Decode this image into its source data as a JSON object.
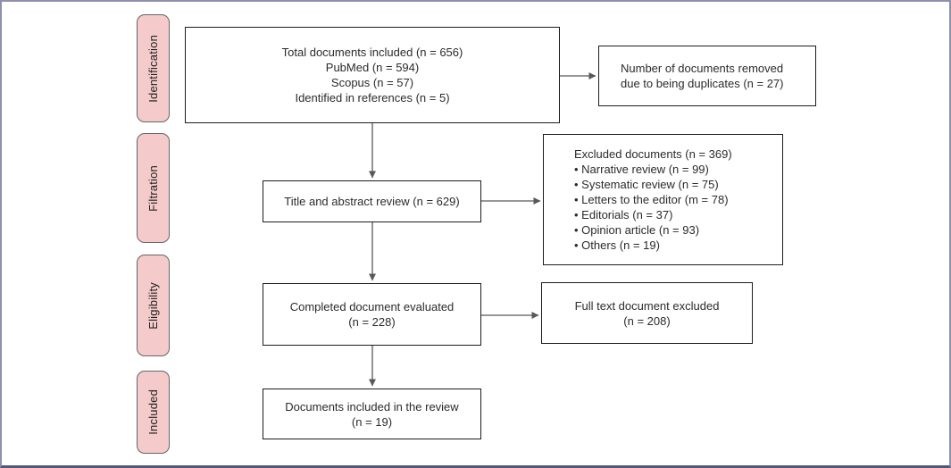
{
  "diagram": {
    "type": "flowchart",
    "stages": [
      {
        "label": "Identification"
      },
      {
        "label": "Filtration"
      },
      {
        "label": "Eligibility"
      },
      {
        "label": "Included"
      }
    ],
    "boxes": {
      "total": {
        "lines": [
          "Total documents included (n = 656)",
          "PubMed (n = 594)",
          "Scopus (n = 57)",
          "Identified in references (n = 5)"
        ]
      },
      "duplicates": {
        "lines": [
          "Number of documents removed",
          "due to being duplicates (n = 27)"
        ]
      },
      "title_abstract": {
        "lines": [
          "Title and abstract review (n = 629)"
        ]
      },
      "excluded": {
        "lines": [
          "Excluded documents (n = 369)",
          "• Narrative review (n = 99)",
          "• Systematic review (n = 75)",
          "• Letters to the editor (m = 78)",
          "• Editorials (n = 37)",
          "• Opinion article (n = 93)",
          "• Others (n = 19)"
        ]
      },
      "completed": {
        "lines": [
          "Completed document evaluated",
          "(n = 228)"
        ]
      },
      "fulltext_excluded": {
        "lines": [
          "Full text document excluded",
          "(n = 208)"
        ]
      },
      "included_review": {
        "lines": [
          "Documents included in the review",
          "(n = 19)"
        ]
      }
    },
    "colors": {
      "stage_fill": "#f4caca",
      "stage_border": "#666666",
      "box_border": "#1c1c1c",
      "arrow": "#595959",
      "text": "#2b2b2b",
      "page_border": "#8f8fae",
      "page_border_bottom": "#565678"
    }
  }
}
